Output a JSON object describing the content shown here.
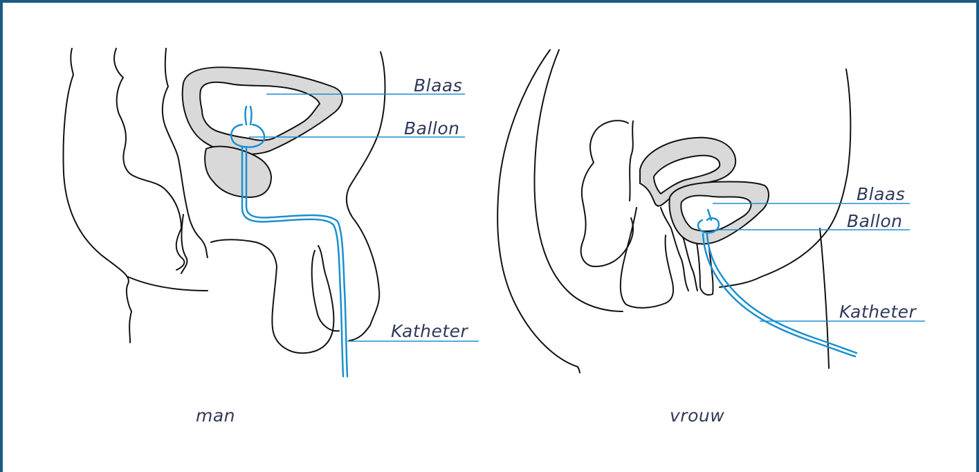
{
  "diagrams": {
    "man": {
      "caption": "man",
      "labels": {
        "bladder": "Blaas",
        "balloon": "Ballon",
        "catheter": "Katheter"
      }
    },
    "woman": {
      "caption": "vrouw",
      "labels": {
        "bladder": "Blaas",
        "balloon": "Ballon",
        "catheter": "Katheter"
      }
    }
  },
  "colors": {
    "frame_border": "#1c5a86",
    "catheter": "#1a8fcf",
    "leader_line": "#1a8fcf",
    "outline": "#111111",
    "organ_fill": "#d9d9d9",
    "label_text": "#2f3a5a"
  }
}
